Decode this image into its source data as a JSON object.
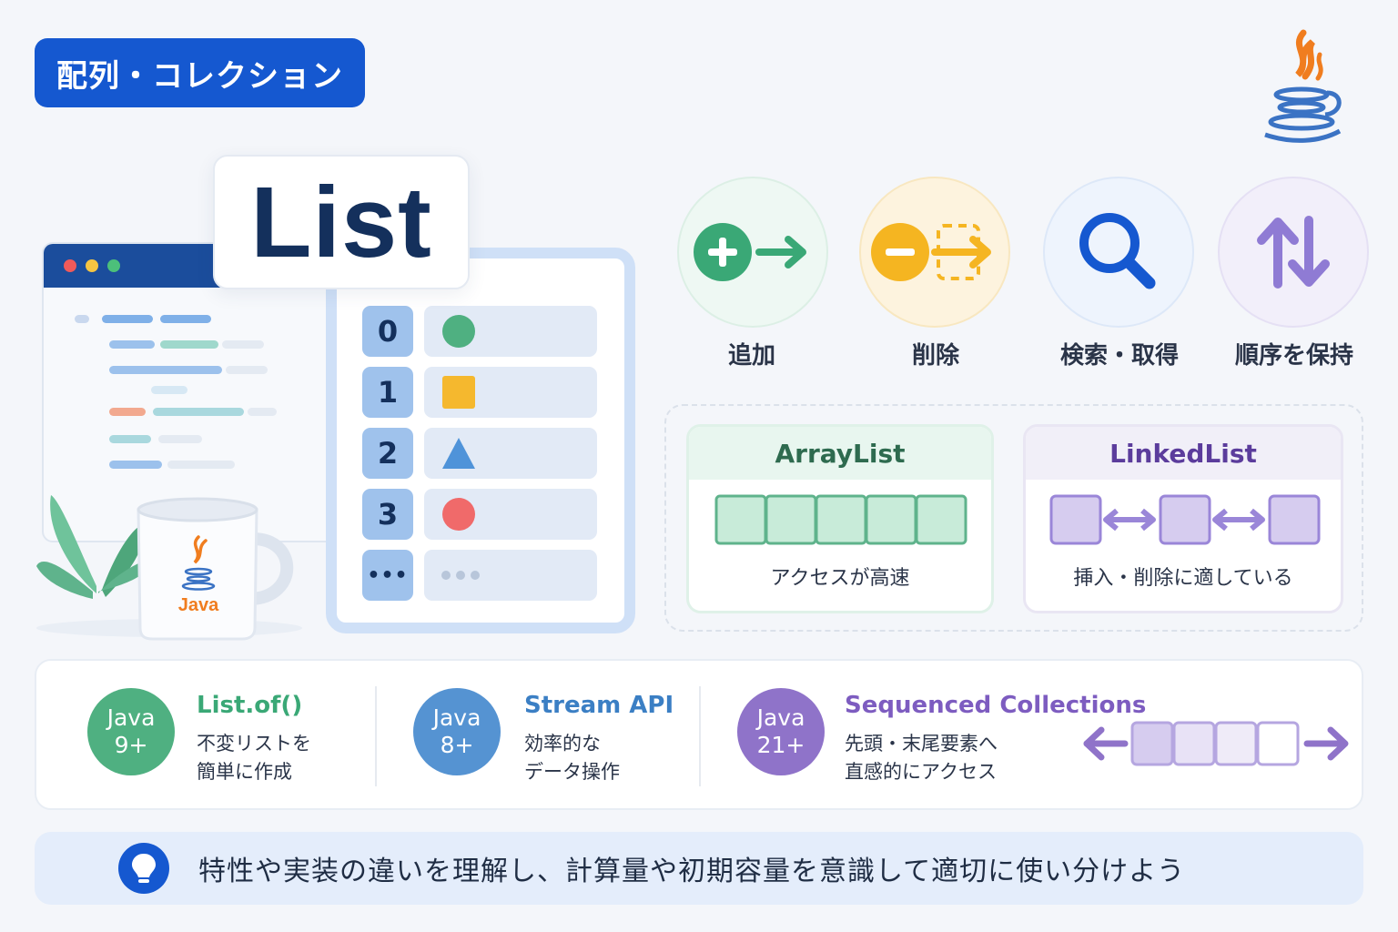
{
  "header": {
    "badge": "配列・コレクション"
  },
  "hero": {
    "title": "List",
    "indices": [
      "0",
      "1",
      "2",
      "3",
      "•••"
    ],
    "mug_label": "Java"
  },
  "operations": [
    {
      "label": "追加",
      "icon": "add-arrow-icon",
      "color": "#3aa876"
    },
    {
      "label": "削除",
      "icon": "remove-arrow-icon",
      "color": "#f2b321"
    },
    {
      "label": "検索・取得",
      "icon": "search-icon",
      "color": "#1558d0"
    },
    {
      "label": "順序を保持",
      "icon": "swap-arrows-icon",
      "color": "#8f7bd4"
    }
  ],
  "comparison": {
    "arraylist": {
      "title": "ArrayList",
      "desc": "アクセスが高速",
      "color": "#2e6b4f"
    },
    "linkedlist": {
      "title": "LinkedList",
      "desc": "挿入・削除に適している",
      "color": "#5b3c9c"
    }
  },
  "versions": [
    {
      "badge_top": "Java",
      "badge_bottom": "9+",
      "title": "List.of()",
      "line1": "不変リストを",
      "line2": "簡単に作成",
      "color": "#4fb081",
      "title_color": "#3aa876"
    },
    {
      "badge_top": "Java",
      "badge_bottom": "8+",
      "title": "Stream API",
      "line1": "効率的な",
      "line2": "データ操作",
      "color": "#5593d2",
      "title_color": "#3b7fc4"
    },
    {
      "badge_top": "Java",
      "badge_bottom": "21+",
      "title": "Sequenced Collections",
      "line1": "先頭・末尾要素へ",
      "line2": "直感的にアクセス",
      "color": "#8f73c9",
      "title_color": "#7d5cc0"
    }
  ],
  "tip": {
    "text": "特性や実装の違いを理解し、計算量や初期容量を意識して適切に使い分けよう"
  }
}
